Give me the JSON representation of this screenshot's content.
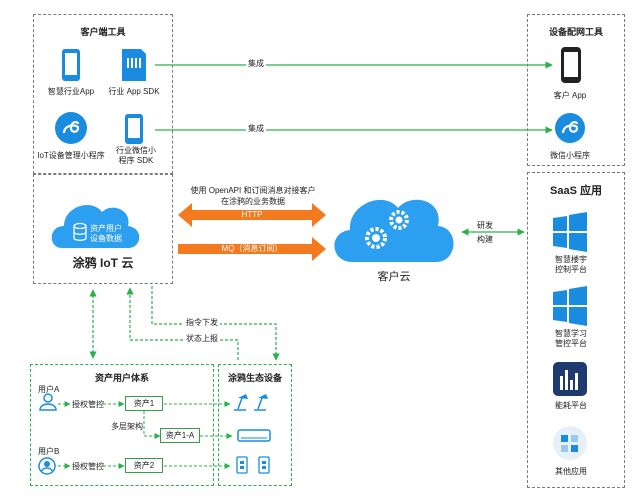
{
  "client_tools": {
    "title": "客户端工具",
    "app": "智慧行业App",
    "app_sdk": "行业 App SDK",
    "miniprogram": "IoT设备管理小程序",
    "wechat_sdk_line1": "行业微信小",
    "wechat_sdk_line2": "程序 SDK"
  },
  "tuya_cloud": {
    "title": "涂鸦 IoT 云",
    "asset_data_line1": "资产用户",
    "asset_data_line2": "设备数据"
  },
  "network_tools": {
    "title": "设备配网工具",
    "client_app": "客户 App",
    "wechat_mini": "微信小程序"
  },
  "integration_label": "集成",
  "middle": {
    "desc_line1": "使用 OpenAPI 和订阅消息对接客户",
    "desc_line2": "在涂鸦的业务数据",
    "http": "HTTP",
    "mq": "MQ（消息订阅）",
    "customer_cloud": "客户云",
    "dev_line1": "研发",
    "dev_line2": "构建"
  },
  "saas": {
    "title": "SaaS 应用",
    "items": [
      {
        "line1": "智慧楼宇",
        "line2": "控制平台"
      },
      {
        "line1": "智慧学习",
        "line2": "管控平台"
      },
      {
        "line1": "能耗平台",
        "line2": ""
      },
      {
        "line1": "其他应用",
        "line2": ""
      }
    ]
  },
  "commands": {
    "down": "指令下发",
    "up": "状态上报"
  },
  "asset_user_system": {
    "title": "资产用户体系",
    "user_a": "用户A",
    "user_b": "用户B",
    "auth": "授权管控",
    "asset1": "资产1",
    "multi_layer": "多层架构",
    "asset1a": "资产1-A",
    "asset2": "资产2"
  },
  "ecosystem_devices": {
    "title": "涂鸦生态设备"
  },
  "colors": {
    "brand_blue": "#1a8ce0",
    "cloud_blue": "#2d9ff0",
    "orange": "#f47a20",
    "green": "#2ab24a"
  }
}
